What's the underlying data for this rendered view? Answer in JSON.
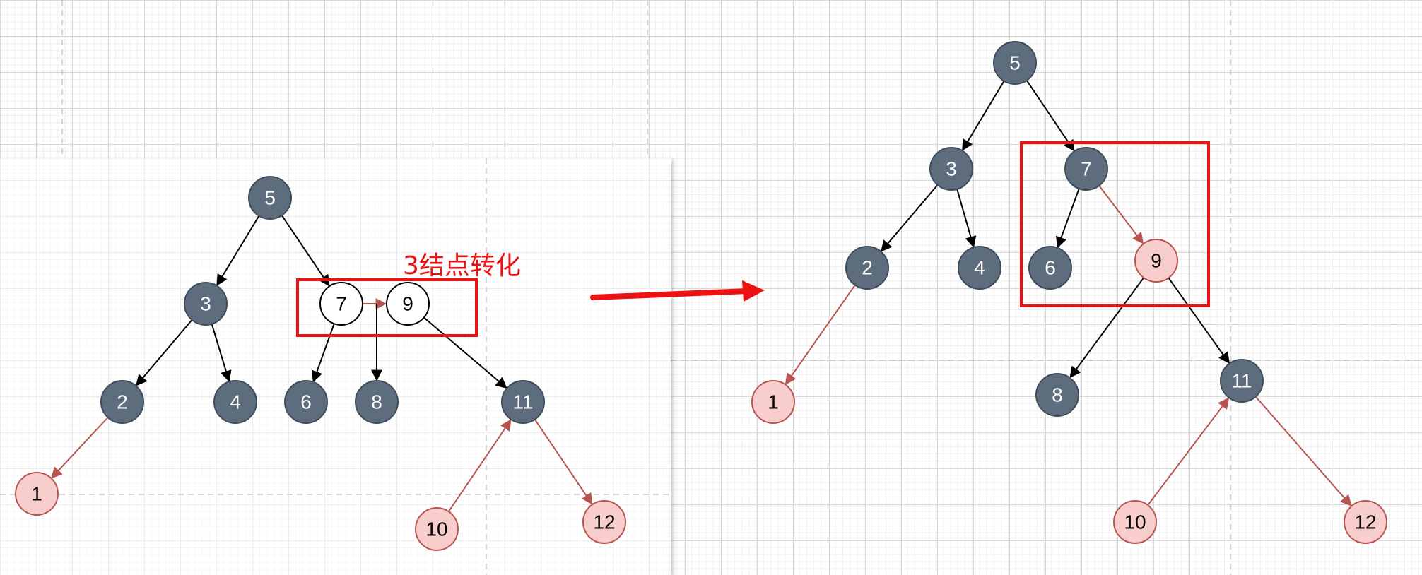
{
  "annotation": "3结点转化",
  "colors": {
    "dark_node_fill": "#5d6d7e",
    "dark_node_stroke": "#3f4d5b",
    "red_node_fill": "#f8cecc",
    "red_node_stroke": "#b85450",
    "white_node_fill": "#ffffff",
    "highlight_box": "#ee1111",
    "arrow": "#ee1111"
  },
  "before": {
    "nodes": [
      {
        "id": "b5",
        "label": "5",
        "style": "dark"
      },
      {
        "id": "b3",
        "label": "3",
        "style": "dark"
      },
      {
        "id": "b7",
        "label": "7",
        "style": "white"
      },
      {
        "id": "b9",
        "label": "9",
        "style": "white"
      },
      {
        "id": "b2",
        "label": "2",
        "style": "dark"
      },
      {
        "id": "b4",
        "label": "4",
        "style": "dark"
      },
      {
        "id": "b6",
        "label": "6",
        "style": "dark"
      },
      {
        "id": "b8",
        "label": "8",
        "style": "dark"
      },
      {
        "id": "b11",
        "label": "11",
        "style": "dark"
      },
      {
        "id": "b1",
        "label": "1",
        "style": "red"
      },
      {
        "id": "b10",
        "label": "10",
        "style": "red"
      },
      {
        "id": "b12",
        "label": "12",
        "style": "red"
      }
    ],
    "edges": [
      {
        "from": "b5",
        "to": "b3",
        "color": "black"
      },
      {
        "from": "b5",
        "to": "b7",
        "color": "black"
      },
      {
        "from": "b3",
        "to": "b2",
        "color": "black"
      },
      {
        "from": "b3",
        "to": "b4",
        "color": "black"
      },
      {
        "from": "b7",
        "to": "b9",
        "color": "red"
      },
      {
        "from": "b7",
        "to": "b6",
        "color": "black"
      },
      {
        "from": "b9",
        "to": "b11",
        "color": "black"
      },
      {
        "from": "b2",
        "to": "b1",
        "color": "red"
      },
      {
        "from": "b10",
        "to": "b11",
        "color": "red"
      },
      {
        "from": "b11",
        "to": "b12",
        "color": "red"
      }
    ]
  },
  "after": {
    "nodes": [
      {
        "id": "a5",
        "label": "5",
        "style": "dark"
      },
      {
        "id": "a3",
        "label": "3",
        "style": "dark"
      },
      {
        "id": "a7",
        "label": "7",
        "style": "dark"
      },
      {
        "id": "a2",
        "label": "2",
        "style": "dark"
      },
      {
        "id": "a4",
        "label": "4",
        "style": "dark"
      },
      {
        "id": "a6",
        "label": "6",
        "style": "dark"
      },
      {
        "id": "a9",
        "label": "9",
        "style": "red"
      },
      {
        "id": "a1",
        "label": "1",
        "style": "red"
      },
      {
        "id": "a8",
        "label": "8",
        "style": "dark"
      },
      {
        "id": "a11",
        "label": "11",
        "style": "dark"
      },
      {
        "id": "a10",
        "label": "10",
        "style": "red"
      },
      {
        "id": "a12",
        "label": "12",
        "style": "red"
      }
    ],
    "edges": [
      {
        "from": "a5",
        "to": "a3",
        "color": "black"
      },
      {
        "from": "a5",
        "to": "a7",
        "color": "black"
      },
      {
        "from": "a3",
        "to": "a2",
        "color": "black"
      },
      {
        "from": "a3",
        "to": "a4",
        "color": "black"
      },
      {
        "from": "a7",
        "to": "a6",
        "color": "black"
      },
      {
        "from": "a7",
        "to": "a9",
        "color": "red"
      },
      {
        "from": "a2",
        "to": "a1",
        "color": "red"
      },
      {
        "from": "a9",
        "to": "a8",
        "color": "black"
      },
      {
        "from": "a9",
        "to": "a11",
        "color": "black"
      },
      {
        "from": "a10",
        "to": "a11",
        "color": "red"
      },
      {
        "from": "a11",
        "to": "a12",
        "color": "red"
      }
    ]
  }
}
